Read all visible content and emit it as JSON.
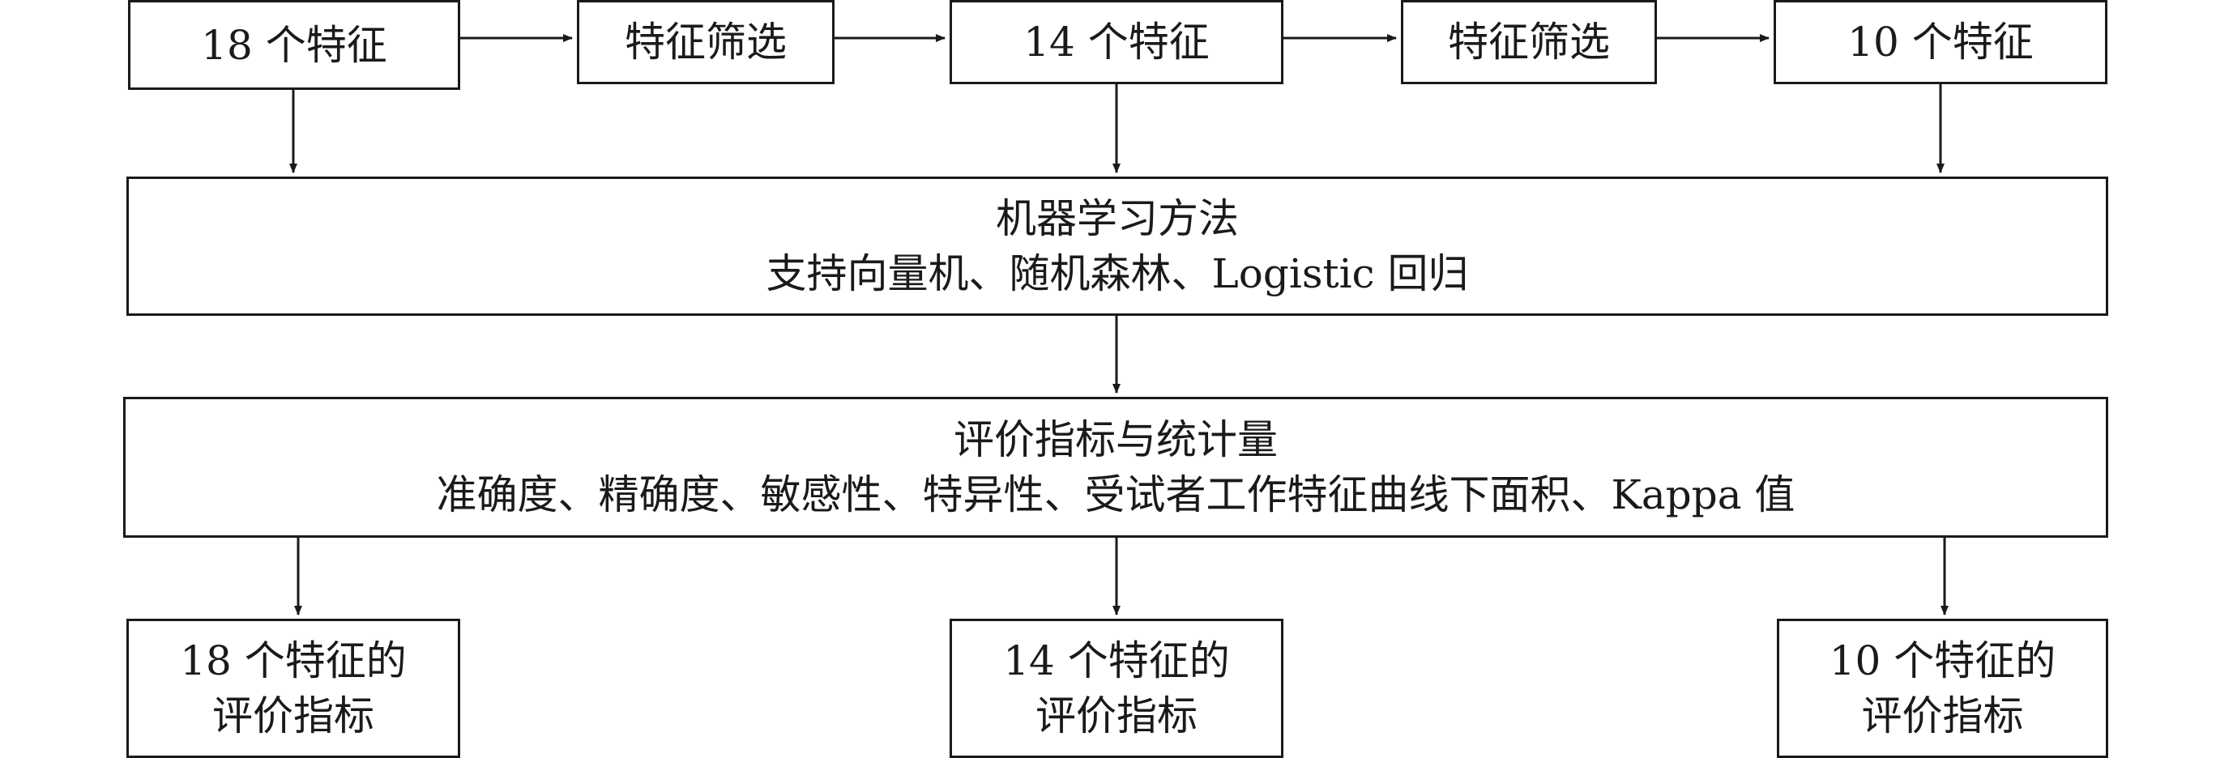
{
  "top_row": {
    "features_18": "18 个特征",
    "feature_selection_1": "特征筛选",
    "features_14": "14 个特征",
    "feature_selection_2": "特征筛选",
    "features_10": "10 个特征"
  },
  "ml_box": {
    "title": "机器学习方法",
    "methods": "支持向量机、随机森林、Logistic 回归"
  },
  "eval_box": {
    "title": "评价指标与统计量",
    "metrics": "准确度、精确度、敏感性、特异性、受试者工作特征曲线下面积、Kappa 值"
  },
  "bottom_row": {
    "eval_18": [
      "18 个特征的",
      "评价指标"
    ],
    "eval_14": [
      "14 个特征的",
      "评价指标"
    ],
    "eval_10": [
      "10 个特征的",
      "评价指标"
    ]
  },
  "colors": {
    "stroke": "#1a1a1a",
    "background": "#ffffff"
  }
}
